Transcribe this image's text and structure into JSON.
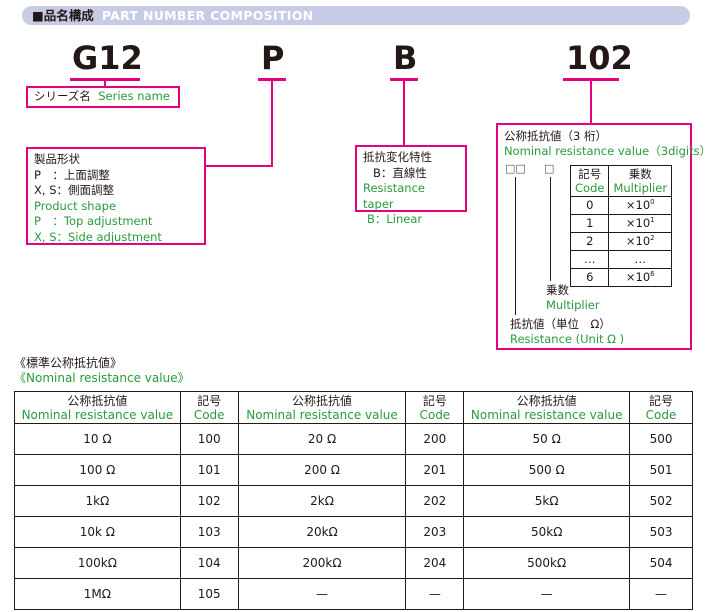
{
  "header": {
    "jp": "■品名構成",
    "en": "PART NUMBER COMPOSITION"
  },
  "codes": {
    "series": "G12",
    "shape": "P",
    "taper": "B",
    "resistance": "102"
  },
  "series_box": {
    "jp": "シリーズ名",
    "en": "Series name"
  },
  "shape_box": {
    "title_jp": "製品形状",
    "line1_jp": "P　：上面調整",
    "line2_jp": "X, S：側面調整",
    "title_en": "Product shape",
    "line1_en": "P　：Top adjustment",
    "line2_en": "X, S：Side adjustment"
  },
  "taper_box": {
    "title_jp": "抵抗変化特性",
    "line1_jp": "B：直線性",
    "title_en": "Resistance taper",
    "line1_en": "B：Linear"
  },
  "resistance_box": {
    "title_jp": "公称抵抗値（3 桁）",
    "title_en": "Nominal resistance value（3digits）",
    "digit_marks_left": "□□",
    "digit_mark_right": "□",
    "multiplier_jp": "乗数",
    "multiplier_en": "Multiplier",
    "value_jp": "抵抗値（単位　Ω）",
    "value_en": "Resistance (Unit Ω )",
    "table": {
      "col1_jp": "記号",
      "col1_en": "Code",
      "col2_jp": "乗数",
      "col2_en": "Multiplier",
      "rows": [
        {
          "code": "0",
          "base": "×10",
          "exp": "0"
        },
        {
          "code": "1",
          "base": "×10",
          "exp": "1"
        },
        {
          "code": "2",
          "base": "×10",
          "exp": "2"
        },
        {
          "code": "…",
          "base": "…",
          "exp": ""
        },
        {
          "code": "6",
          "base": "×10",
          "exp": "6"
        }
      ]
    }
  },
  "standard": {
    "title_jp": "《標準公称抵抗値》",
    "title_en": "《Nominal resistance value》",
    "head_val_jp": "公称抵抗値",
    "head_val_en": "Nominal resistance value",
    "head_code_jp": "記号",
    "head_code_en": "Code",
    "rows": [
      [
        "10 Ω",
        "100",
        "20 Ω",
        "200",
        "50 Ω",
        "500"
      ],
      [
        "100 Ω",
        "101",
        "200 Ω",
        "201",
        "500 Ω",
        "501"
      ],
      [
        "1kΩ",
        "102",
        "2kΩ",
        "202",
        "5kΩ",
        "502"
      ],
      [
        "10k Ω",
        "103",
        "20kΩ",
        "203",
        "50kΩ",
        "503"
      ],
      [
        "100kΩ",
        "104",
        "200kΩ",
        "204",
        "500kΩ",
        "504"
      ],
      [
        "1MΩ",
        "105",
        "—",
        "—",
        "—",
        "—"
      ]
    ]
  }
}
